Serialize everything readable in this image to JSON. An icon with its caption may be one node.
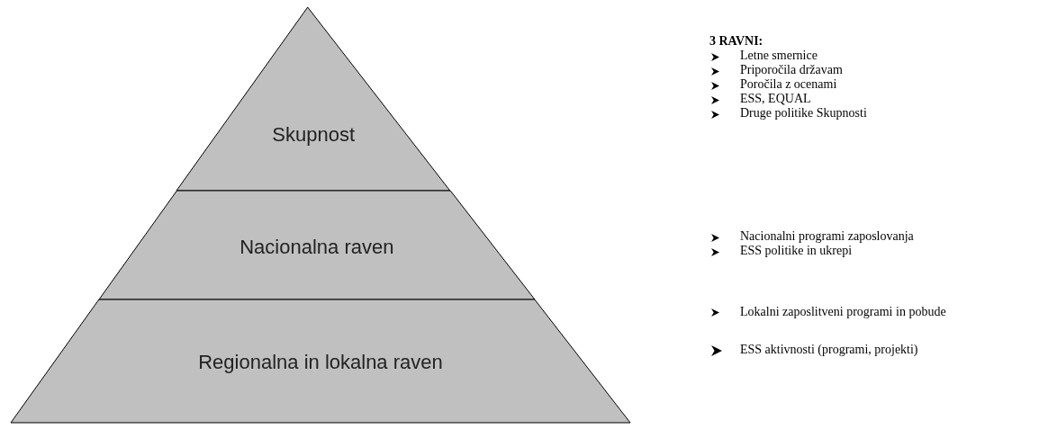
{
  "diagram": {
    "nodes": [
      {
        "text": [
          "Skupnost"
        ]
      },
      {
        "text": [
          "Nacionalna raven"
        ]
      },
      {
        "text": [
          "Regionalna in lokalna raven"
        ]
      }
    ],
    "labels": [
      "3 RAVNI:",
      "Letne smernice",
      "Priporočila državam",
      "Poročila z ocenami",
      "ESS, EQUAL",
      "Druge politike Skupnosti",
      "Nacionalni programi zaposlovanja",
      "ESS politike in ukrepi",
      "Lokalni zaposlitveni programi in pobude",
      "ESS aktivnosti (programi, projekti)"
    ]
  }
}
